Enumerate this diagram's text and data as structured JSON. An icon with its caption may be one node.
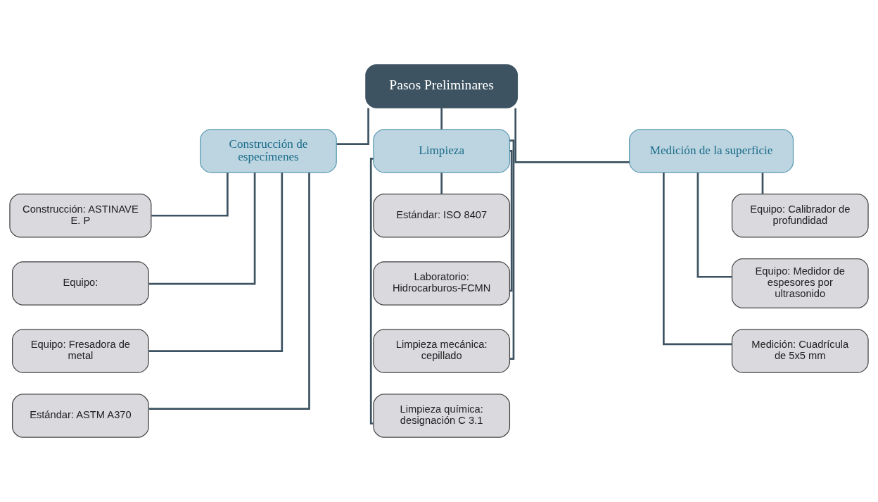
{
  "diagram": {
    "nodes": [
      {
        "text": [
          "Pasos Preliminares"
        ]
      },
      {
        "text": [
          "Construcción de especímenes"
        ]
      },
      {
        "text": [
          "Limpieza"
        ]
      },
      {
        "text": [
          "Medición de la superficie"
        ]
      },
      {
        "text": [
          "Construcción: ASTINAVE E. P"
        ]
      },
      {
        "text": [
          "Equipo:"
        ]
      },
      {
        "text": [
          "Equipo: Fresadora de metal"
        ]
      },
      {
        "text": [
          "Estándar: ASTM A370"
        ]
      },
      {
        "text": [
          "Estándar: ISO 8407"
        ]
      },
      {
        "text": [
          "Laboratorio: Hidrocarburos-FCMN"
        ]
      },
      {
        "text": [
          "Limpieza mecánica: cepillado"
        ]
      },
      {
        "text": [
          "Limpieza química: designación C 3.1"
        ]
      },
      {
        "text": [
          "Equipo: Calibrador de profundidad"
        ]
      },
      {
        "text": [
          "Equipo: Medidor de espesores por ultrasonido"
        ]
      },
      {
        "text": [
          "Medición: Cuadrícula de 5x5 mm"
        ]
      }
    ],
    "edges": [
      {
        "from": 0,
        "to": 1,
        "arrow": "none"
      },
      {
        "from": 0,
        "to": 2,
        "arrow": "none"
      },
      {
        "from": 0,
        "to": 3,
        "arrow": "none"
      },
      {
        "from": 1,
        "to": 4,
        "arrow": "none"
      },
      {
        "from": 1,
        "to": 5,
        "arrow": "none"
      },
      {
        "from": 1,
        "to": 6,
        "arrow": "none"
      },
      {
        "from": 1,
        "to": 7,
        "arrow": "none"
      },
      {
        "from": 2,
        "to": 8,
        "arrow": "none"
      },
      {
        "from": 2,
        "to": 9,
        "arrow": "none"
      },
      {
        "from": 2,
        "to": 10,
        "arrow": "none"
      },
      {
        "from": 2,
        "to": 11,
        "arrow": "none"
      },
      {
        "from": 3,
        "to": 12,
        "arrow": "none"
      },
      {
        "from": 3,
        "to": 13,
        "arrow": "none"
      },
      {
        "from": 3,
        "to": 14,
        "arrow": "none"
      }
    ]
  }
}
